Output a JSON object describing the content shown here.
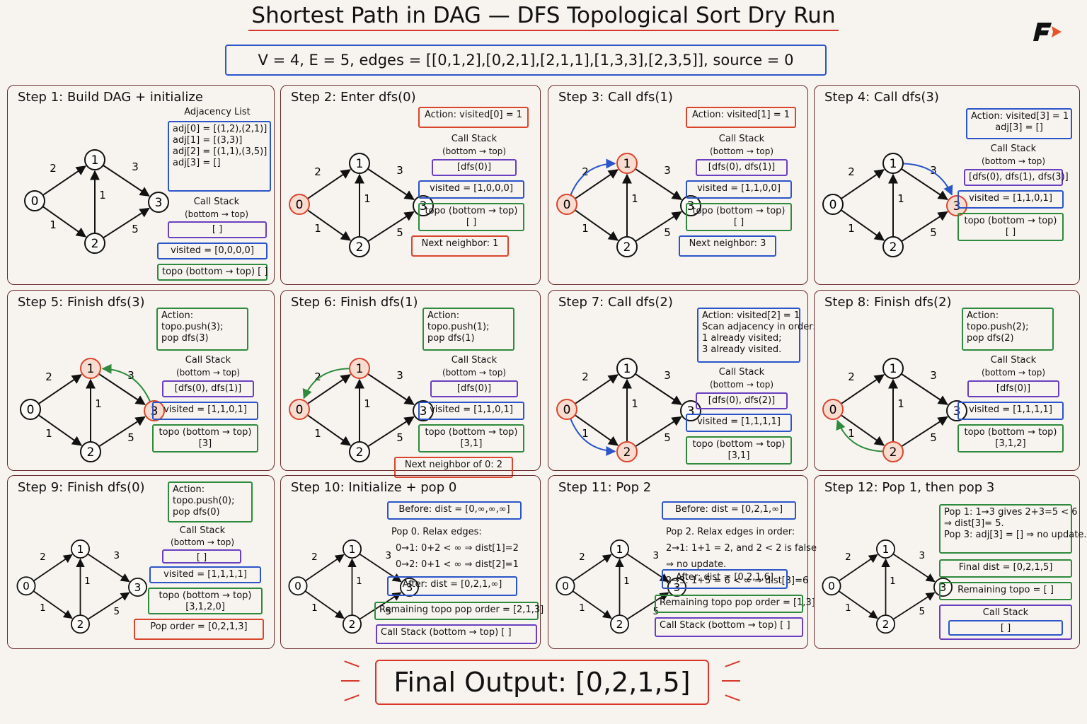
{
  "title": "Shortest Path in DAG — DFS Topological Sort Dry Run",
  "params": "V = 4, E = 5, edges = [[0,1,2],[0,2,1],[2,1,1],[1,3,3],[2,3,5]], source = 0",
  "final_output": "Final Output: [0,2,1,5]",
  "colors": {
    "red": "#d9452d",
    "blue": "#2b55c8",
    "green": "#2e8a3c",
    "purple": "#6a3ec0",
    "node_fill": "#f8dcd0"
  },
  "graph": {
    "nodes": [
      "0",
      "1",
      "2",
      "3"
    ],
    "edges": [
      {
        "from": "0",
        "to": "1",
        "w": "2"
      },
      {
        "from": "0",
        "to": "2",
        "w": "1"
      },
      {
        "from": "2",
        "to": "1",
        "w": "1"
      },
      {
        "from": "1",
        "to": "3",
        "w": "3"
      },
      {
        "from": "2",
        "to": "3",
        "w": "5"
      }
    ]
  },
  "panels": [
    {
      "title": "Step 1:  Build DAG + initialize",
      "highlight": [],
      "arrow": null,
      "adj_label": "Adjacency List",
      "adj": [
        "adj[0] = [(1,2),(2,1)]",
        "adj[1] = [(3,3)]",
        "adj[2] = [(1,1),(3,5)]",
        "adj[3] = []"
      ],
      "stack_label": "Call Stack",
      "stack_sub": "(bottom → top)",
      "stack": "[ ]",
      "visited": "visited = [0,0,0,0]",
      "topo": "topo (bottom → top)   [ ]"
    },
    {
      "title": "Step 2:  Enter dfs(0)",
      "highlight": [
        "0"
      ],
      "arrow": null,
      "action": "Action: visited[0] = 1",
      "stack_label": "Call Stack",
      "stack_sub": "(bottom → top)",
      "stack": "[dfs(0)]",
      "visited": "visited = [1,0,0,0]",
      "topo_label": "topo (bottom → top)",
      "topo": "[ ]",
      "next": "Next neighbor: 1"
    },
    {
      "title": "Step 3:  Call dfs(1)",
      "highlight": [
        "0",
        "1"
      ],
      "arrow": {
        "from": "0",
        "to": "1",
        "color": "blue"
      },
      "action": "Action: visited[1] = 1",
      "stack_label": "Call Stack",
      "stack_sub": "(bottom → top)",
      "stack": "[dfs(0), dfs(1)]",
      "visited": "visited = [1,1,0,0]",
      "topo_label": "topo (bottom → top)",
      "topo": "[ ]",
      "next": "Next neighbor: 3"
    },
    {
      "title": "Step 4:  Call dfs(3)",
      "highlight": [
        "3"
      ],
      "arrow": {
        "from": "1",
        "to": "3",
        "color": "blue"
      },
      "action_lines": [
        "Action: visited[3] = 1",
        "adj[3] = []"
      ],
      "stack_label": "Call Stack",
      "stack_sub": "(bottom → top)",
      "stack": "[dfs(0), dfs(1), dfs(3)]",
      "visited": "visited = [1,1,0,1]",
      "topo_label": "topo (bottom → top)",
      "topo": "[ ]"
    },
    {
      "title": "Step 5:  Finish dfs(3)",
      "highlight": [
        "1",
        "3"
      ],
      "arrow": {
        "from": "3",
        "to": "1",
        "color": "green"
      },
      "action_lines": [
        "Action:",
        "topo.push(3);",
        "pop dfs(3)"
      ],
      "stack_label": "Call Stack",
      "stack_sub": "(bottom → top)",
      "stack": "[dfs(0), dfs(1)]",
      "visited": "visited = [1,1,0,1]",
      "topo_label": "topo (bottom → top)",
      "topo": "[3]"
    },
    {
      "title": "Step 6:  Finish dfs(1)",
      "highlight": [
        "0",
        "1"
      ],
      "arrow": {
        "from": "1",
        "to": "0",
        "color": "green"
      },
      "action_lines": [
        "Action:",
        "topo.push(1);",
        "pop dfs(1)"
      ],
      "stack_label": "Call Stack",
      "stack_sub": "(bottom → top)",
      "stack": "[dfs(0)]",
      "visited": "visited = [1,1,0,1]",
      "topo_label": "topo (bottom → top)",
      "topo": "[3,1]",
      "next": "Next neighbor of 0: 2"
    },
    {
      "title": "Step 7:  Call dfs(2)",
      "highlight": [
        "0",
        "2"
      ],
      "arrow": {
        "from": "0",
        "to": "2",
        "color": "blue"
      },
      "action_lines": [
        "Action: visited[2] = 1",
        "Scan adjacency in order:",
        "1 already visited;",
        "3 already visited."
      ],
      "stack_label": "Call Stack",
      "stack_sub": "(bottom → top)",
      "stack": "[dfs(0), dfs(2)]",
      "visited": "visited = [1,1,1,1]",
      "topo_label": "topo (bottom → top)",
      "topo": "[3,1]"
    },
    {
      "title": "Step 8:  Finish dfs(2)",
      "highlight": [
        "0",
        "2"
      ],
      "arrow": {
        "from": "2",
        "to": "0",
        "color": "green"
      },
      "action_lines": [
        "Action:",
        "topo.push(2);",
        "pop dfs(2)"
      ],
      "stack_label": "Call Stack",
      "stack_sub": "(bottom → top)",
      "stack": "[dfs(0)]",
      "visited": "visited = [1,1,1,1]",
      "topo_label": "topo (bottom → top)",
      "topo": "[3,1,2]"
    },
    {
      "title": "Step 9:  Finish dfs(0)",
      "highlight": [],
      "arrow": null,
      "action_lines": [
        "Action:",
        "topo.push(0);",
        "pop dfs(0)"
      ],
      "stack_label": "Call Stack",
      "stack_sub": "(bottom → top)",
      "stack": "[ ]",
      "visited": "visited = [1,1,1,1]",
      "topo_label": "topo (bottom → top)",
      "topo": "[3,1,2,0]",
      "pop_order": "Pop order = [0,2,1,3]"
    },
    {
      "title": "Step 10:  Initialize + pop 0",
      "highlight": [],
      "arrow": null,
      "before": "Before: dist = [0,∞,∞,∞]",
      "notes": [
        "Pop 0.  Relax edges:",
        "0→1:  0+2 < ∞  ⇒  dist[1]=2",
        "0→2:  0+1 < ∞  ⇒  dist[2]=1"
      ],
      "after": "After: dist = [0,2,1,∞]",
      "remaining": "Remaining topo pop order = [2,1,3]",
      "callstack": "Call Stack (bottom → top)     [ ]"
    },
    {
      "title": "Step 11:  Pop 2",
      "highlight": [],
      "arrow": null,
      "before": "Before: dist = [0,2,1,∞]",
      "notes": [
        "Pop 2.  Relax edges in order:",
        "2→1:  1+1 = 2, and 2 < 2 is false",
        "⇒ no update.",
        "2→3:  1+5 = 6 < ∞ ⇒ dist[3]=6"
      ],
      "after": "After: dist = [0,2,1,6]",
      "remaining": "Remaining topo pop order = [1,3]",
      "callstack": "Call Stack (bottom → top)     [ ]"
    },
    {
      "title": "Step 12:  Pop 1, then pop 3",
      "highlight": [],
      "arrow": null,
      "notes": [
        "Pop 1: 1→3 gives 2+3=5 < 6",
        "⇒ dist[3]= 5.",
        "Pop 3: adj[3] = [] ⇒ no update."
      ],
      "final_dist": "Final dist = [0,2,1,5]",
      "remaining": "Remaining topo = [ ]",
      "stack_label": "Call Stack",
      "stack": "[ ]"
    }
  ]
}
